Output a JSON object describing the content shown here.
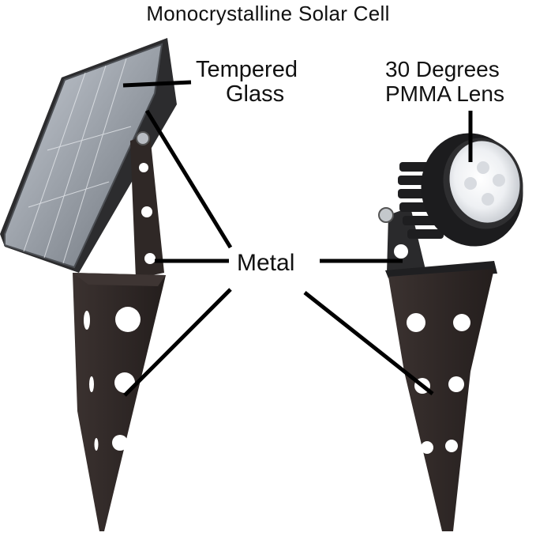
{
  "title": "Monocrystalline Solar Cell",
  "labels": {
    "tempered_glass_line1": "Tempered",
    "tempered_glass_line2": "Glass",
    "lens_line1": "30 Degrees",
    "lens_line2": "PMMA Lens",
    "metal": "Metal"
  },
  "colors": {
    "background": "#ffffff",
    "text": "#111111",
    "leader_lines": "#000000",
    "stake_metal": "#2f2826",
    "solar_panel_frame": "#3a3a3c",
    "solar_cell": "#9aa0a8",
    "lamp_body": "#1e1e20",
    "lens_glow": "#f2f4f6"
  }
}
